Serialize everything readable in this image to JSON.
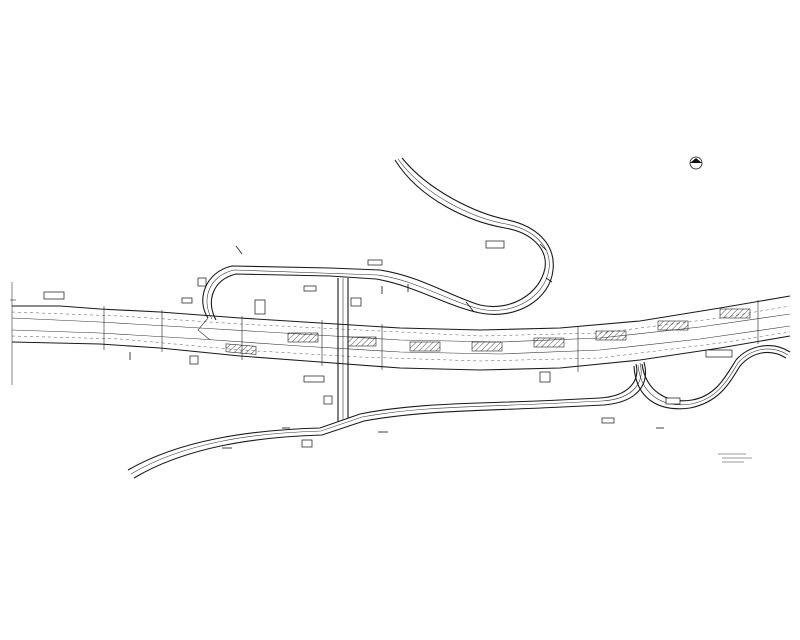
{
  "drawing": {
    "background": "#ffffff",
    "line_color": "#1a1a1a",
    "elements": {
      "mainline": "highway-mainline",
      "north_loop": "north-serpentine-ramp",
      "south_ramp": "south-collector-ramp",
      "east_loop": "east-hook-ramp",
      "crossing": "vertical-crossing-road",
      "north_arrow": "north-arrow-symbol"
    }
  }
}
